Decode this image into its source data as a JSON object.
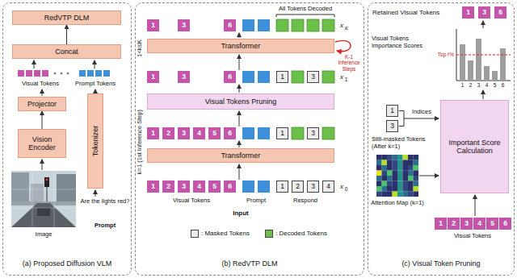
{
  "diagram": {
    "nodes": [
      {
        "text": [
          "(a) Proposed Diffusion VLM"
        ]
      },
      {
        "text": [
          "RedVTP DLM"
        ],
        "in": 0
      },
      {
        "text": [
          "Concat"
        ],
        "in": 0
      },
      {
        "text": [
          "Projector"
        ],
        "in": 0
      },
      {
        "text": [
          "Vision Encoder"
        ],
        "in": 0
      },
      {
        "text": [
          "Tokenizer"
        ],
        "in": 0
      },
      {
        "text": [
          "(b) RedVTP DLM"
        ]
      },
      {
        "text": [
          "1"
        ],
        "in": 6
      },
      {
        "text": [
          "3"
        ],
        "in": 6
      },
      {
        "text": [
          "6"
        ],
        "in": 6
      },
      {
        "text": [
          "Transformer"
        ],
        "in": 6
      },
      {
        "text": [
          "1"
        ],
        "in": 6
      },
      {
        "text": [
          "3"
        ],
        "in": 6
      },
      {
        "text": [
          "6"
        ],
        "in": 6
      },
      {
        "text": [
          "1"
        ],
        "in": 6
      },
      {
        "text": [
          "3"
        ],
        "in": 6
      },
      {
        "text": [
          "Visual Tokens Pruning"
        ],
        "in": 6
      },
      {
        "text": [
          "1"
        ],
        "in": 6
      },
      {
        "text": [
          "2"
        ],
        "in": 6
      },
      {
        "text": [
          "3"
        ],
        "in": 6
      },
      {
        "text": [
          "4"
        ],
        "in": 6
      },
      {
        "text": [
          "5"
        ],
        "in": 6
      },
      {
        "text": [
          "6"
        ],
        "in": 6
      },
      {
        "text": [
          "1"
        ],
        "in": 6
      },
      {
        "text": [
          "3"
        ],
        "in": 6
      },
      {
        "text": [
          "Transformer"
        ],
        "in": 6
      },
      {
        "text": [
          "1"
        ],
        "in": 6
      },
      {
        "text": [
          "2"
        ],
        "in": 6
      },
      {
        "text": [
          "3"
        ],
        "in": 6
      },
      {
        "text": [
          "4"
        ],
        "in": 6
      },
      {
        "text": [
          "5"
        ],
        "in": 6
      },
      {
        "text": [
          "6"
        ],
        "in": 6
      },
      {
        "text": [
          "1"
        ],
        "in": 6
      },
      {
        "text": [
          "2"
        ],
        "in": 6
      },
      {
        "text": [
          "3"
        ],
        "in": 6
      },
      {
        "text": [
          "4"
        ],
        "in": 6
      },
      {
        "text": [
          "(c) Visual Token Pruning"
        ]
      },
      {
        "text": [
          "1"
        ],
        "in": 36
      },
      {
        "text": [
          "3"
        ],
        "in": 36
      },
      {
        "text": [
          "6"
        ],
        "in": 36
      },
      {
        "text": [
          "1"
        ],
        "in": 36
      },
      {
        "text": [
          "3"
        ],
        "in": 36
      },
      {
        "text": [
          "Important Score Calculation"
        ],
        "in": 36
      },
      {
        "text": [
          "1"
        ],
        "in": 36
      },
      {
        "text": [
          "2"
        ],
        "in": 36
      },
      {
        "text": [
          "3"
        ],
        "in": 36
      },
      {
        "text": [
          "4"
        ],
        "in": 36
      },
      {
        "text": [
          "5"
        ],
        "in": 36
      },
      {
        "text": [
          "6"
        ],
        "in": 36
      }
    ],
    "edges": [
      {
        "from": 4,
        "to": 3,
        "arrow": "to"
      },
      {
        "from": 2,
        "to": 1,
        "arrow": "to"
      }
    ],
    "labels": [
      "Visual Tokens",
      "Prompt Tokens",
      "Are the lights red?",
      "Prompt",
      "Image",
      "All Tokens Decoded",
      "x",
      "K",
      "K-1 Inference Steps",
      "x",
      "1",
      "1<k≤K",
      "k=1 (1st Inference Step)",
      "x",
      "0",
      "Visual Tokens",
      "Prompt",
      "Respond",
      "Input",
      "Retained Visual Tokens",
      "Visual Tokens Importance Scores",
      "Top r%",
      "1",
      "2",
      "3",
      "4",
      "5",
      "6",
      "Indices",
      "Still-masked Tokens (After k=1)",
      "Attention Map (k=1)",
      "Visual Tokens"
    ],
    "legend": [
      {
        "text": ": Masked Tokens",
        "color": "#ececec"
      },
      {
        "text": ": Decoded Tokens",
        "color": "#6cc04a"
      }
    ]
  }
}
